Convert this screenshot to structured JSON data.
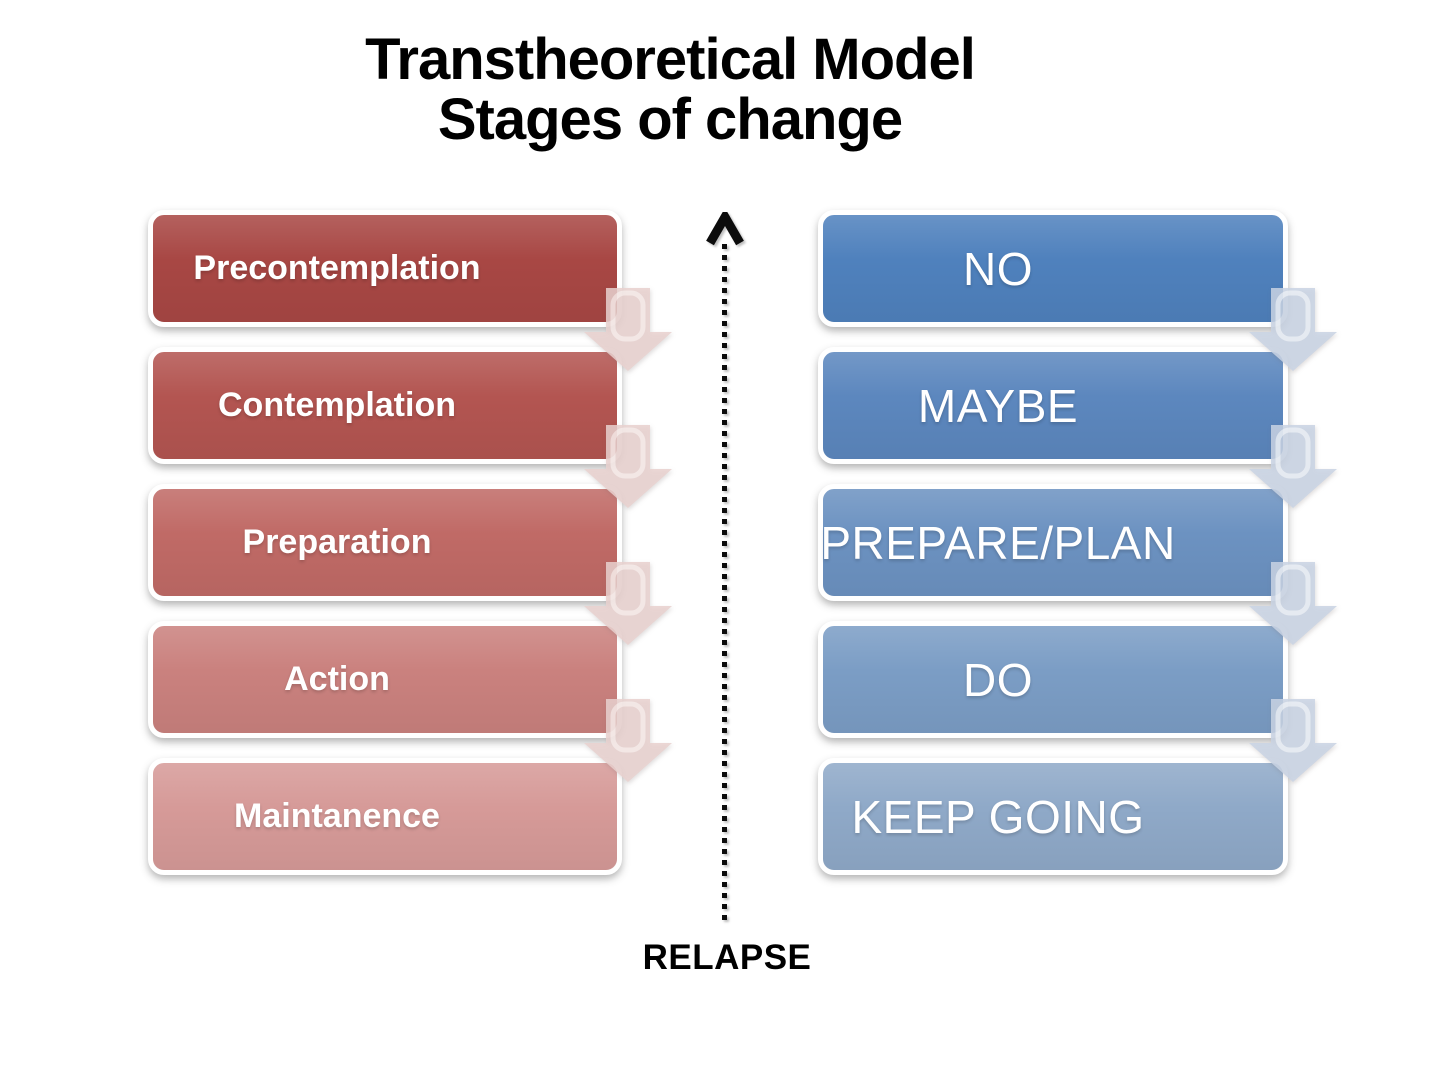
{
  "title": {
    "line1": "Transtheoretical Model",
    "line2": "Stages of change"
  },
  "stages_column": {
    "items": [
      {
        "label": "Precontemplation",
        "color": "#A84744"
      },
      {
        "label": "Contemplation",
        "color": "#B35551"
      },
      {
        "label": "Preparation",
        "color": "#C06A66"
      },
      {
        "label": "Action",
        "color": "#CA817E"
      },
      {
        "label": "Maintanence",
        "color": "#D69A98"
      }
    ],
    "arrow_icon": "down-arrow",
    "arrow_color": "rgba(233, 209, 207, 0.85)"
  },
  "responses_column": {
    "items": [
      {
        "label": "NO",
        "color": "#4F81BD"
      },
      {
        "label": "MAYBE",
        "color": "#5C87BE"
      },
      {
        "label": "PREPARE/PLAN",
        "color": "#6C92C1"
      },
      {
        "label": "DO",
        "color": "#7B9DC5"
      },
      {
        "label": "KEEP GOING",
        "color": "#8FA9C8"
      }
    ],
    "arrow_icon": "down-arrow",
    "arrow_color": "rgba(201, 211, 228, 0.85)"
  },
  "relapse": {
    "label": "RELAPSE",
    "arrow_icon": "up-arrow",
    "line_color": "#0c0c0c"
  }
}
